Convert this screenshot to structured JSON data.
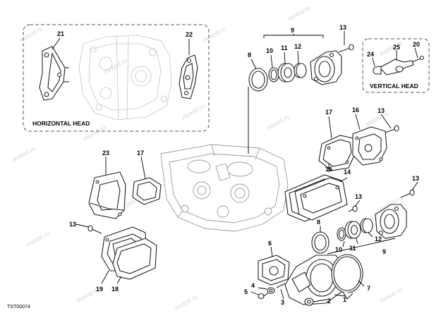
{
  "watermark": "motod.ru",
  "drawing_code": "TST00074",
  "panels": {
    "horizontal_head": "HORIZONTAL HEAD",
    "vertical_head": "VERTICAL HEAD"
  },
  "callouts": {
    "c21": "21",
    "c22": "22",
    "c9a": "9",
    "c13a": "13",
    "c8a": "8",
    "c10a": "10",
    "c11a": "11",
    "c12a": "12",
    "c25": "25",
    "c20": "20",
    "c24": "24",
    "c17a": "17",
    "c16": "16",
    "c13b": "13",
    "c15": "15",
    "c14": "14",
    "c23": "23",
    "c17b": "17",
    "c13c": "13",
    "c13d": "13",
    "c13e": "13",
    "c8b": "8",
    "c10b": "10",
    "c11b": "11",
    "c12b": "12",
    "c9b": "9",
    "c6": "6",
    "c7": "7",
    "c19": "19",
    "c18": "18",
    "c4": "4",
    "c5": "5",
    "c3": "3",
    "c2": "2",
    "c1": "1"
  }
}
